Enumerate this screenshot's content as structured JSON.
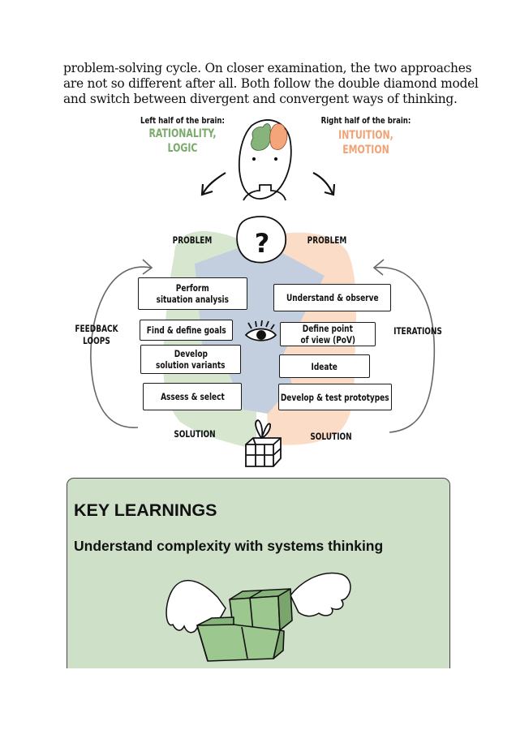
{
  "paragraph": {
    "lines": [
      "problem-solving cycle. On closer examination, the two approaches",
      "are not so different after all. Both follow the double diamond model",
      "and switch between divergent and convergent ways of thinking."
    ]
  },
  "figure": {
    "left_brain": {
      "caption": "Left half of the brain:",
      "line1": "RATIONALITY,",
      "line2": "LOGIC",
      "color": "#7aab6a"
    },
    "right_brain": {
      "caption": "Right half of the brain:",
      "line1": "INTUITION,",
      "line2": "EMOTION",
      "color": "#f0a274"
    },
    "problem_left": "PROBLEM",
    "problem_right": "PROBLEM",
    "solution_left": "SOLUTION",
    "solution_right": "SOLUTION",
    "feedback_line1": "FEEDBACK",
    "feedback_line2": "LOOPS",
    "iterations": "ITERATIONS",
    "left_steps": [
      {
        "line1": "Perform",
        "line2": "situation analysis"
      },
      {
        "line1": "Find & define goals",
        "line2": ""
      },
      {
        "line1": "Develop",
        "line2": "solution variants"
      },
      {
        "line1": "Assess & select",
        "line2": ""
      }
    ],
    "right_steps": [
      {
        "line1": "Understand & observe",
        "line2": ""
      },
      {
        "line1": "Define point",
        "line2": "of view (PoV)"
      },
      {
        "line1": "Ideate",
        "line2": ""
      },
      {
        "line1": "Develop & test prototypes",
        "line2": ""
      }
    ],
    "colors": {
      "green_blob": "#d6e6cf",
      "orange_blob": "#fbdcc6",
      "blue_blob": "#c3cfdf"
    }
  },
  "key_learnings": {
    "heading": "KEY LEARNINGS",
    "subheading": "Understand complexity with systems thinking",
    "background": "#cfe0c8"
  }
}
